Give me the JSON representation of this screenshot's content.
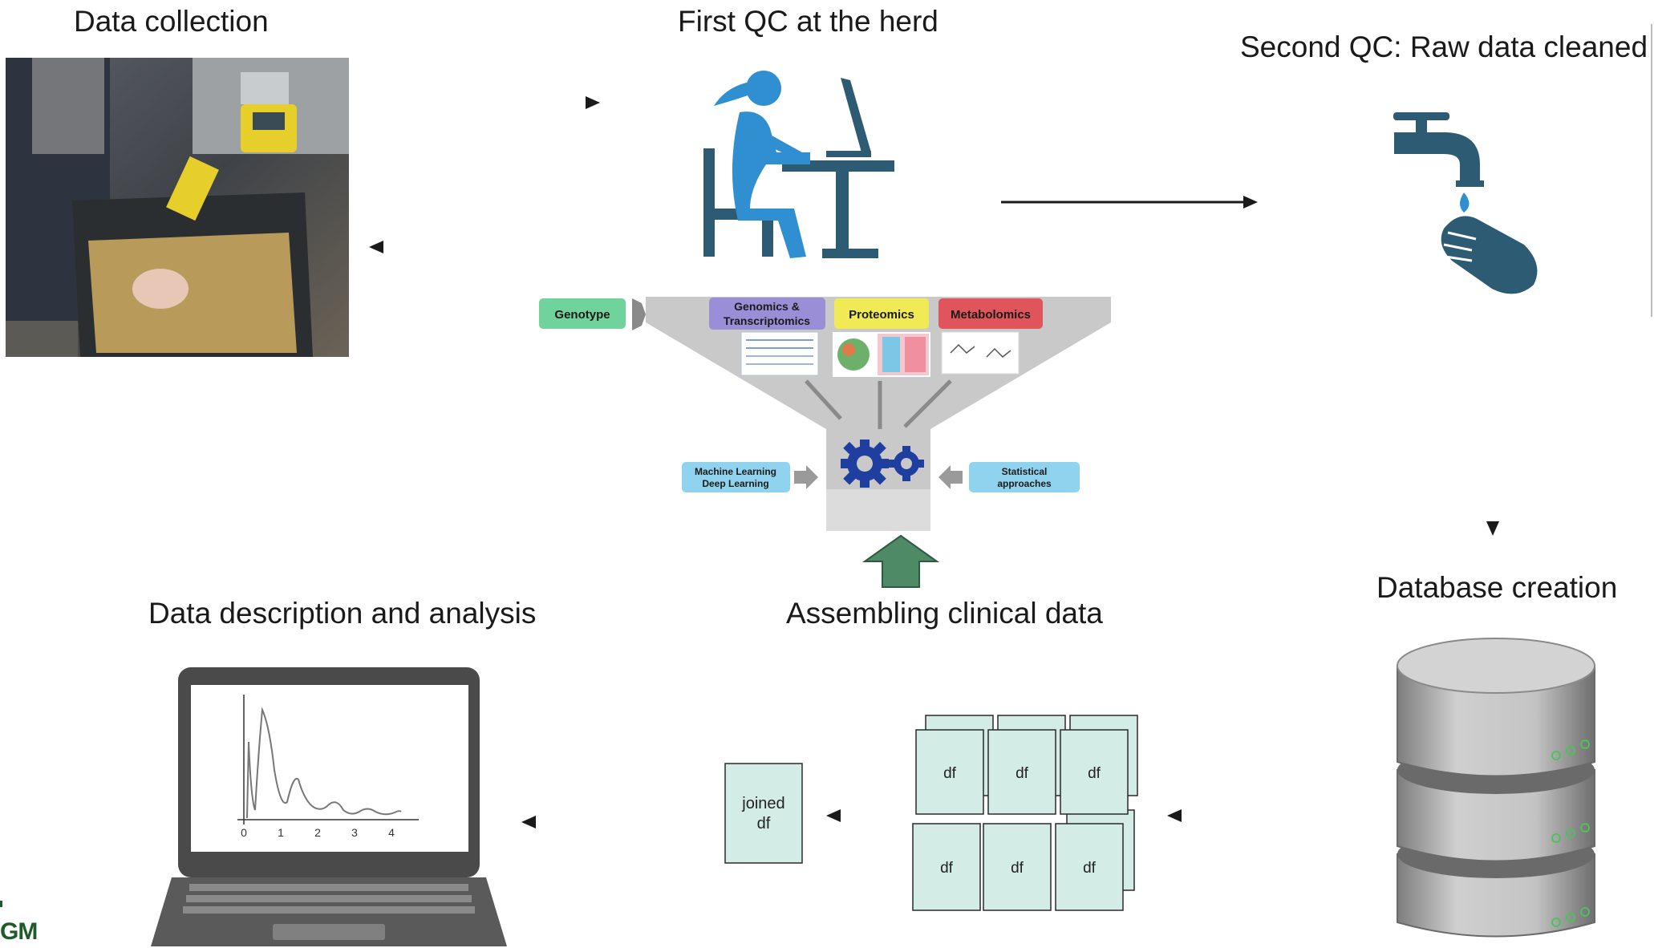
{
  "titles": {
    "data_collection": "Data collection",
    "first_qc": "First QC at the herd",
    "second_qc": "Second QC: Raw data cleaned",
    "database_creation": "Database creation",
    "assembling_clinical": "Assembling clinical data",
    "data_description": "Data description and analysis"
  },
  "funnel": {
    "genotype": "Genotype",
    "genomics_line1": "Genomics &",
    "genomics_line2": "Transcriptomics",
    "proteomics": "Proteomics",
    "metabolomics": "Metabolomics",
    "ml_line1": "Machine Learning",
    "ml_line2": "Deep Learning",
    "stat_line1": "Statistical",
    "stat_line2": "approaches"
  },
  "dataframes": {
    "df_label": "df",
    "joined_line1": "joined",
    "joined_line2": "df"
  },
  "plot_axis": {
    "ticks": [
      "0",
      "1",
      "2",
      "3",
      "4"
    ]
  },
  "logo": {
    "text": "GM"
  },
  "colors": {
    "genotype": "#6fd39b",
    "genomics": "#9a8fd6",
    "proteomics": "#f1ea55",
    "metabolomics": "#e0555c",
    "ml_box": "#8fd3ee",
    "stat_box": "#8fd3ee",
    "person_blue": "#2f8fd0",
    "furniture_dark": "#2d5b73",
    "gear_blue": "#1f3fa0",
    "green_arrow": "#4f8a67",
    "df_fill": "#d4ece6",
    "logo_green": "#1f5a2b"
  }
}
